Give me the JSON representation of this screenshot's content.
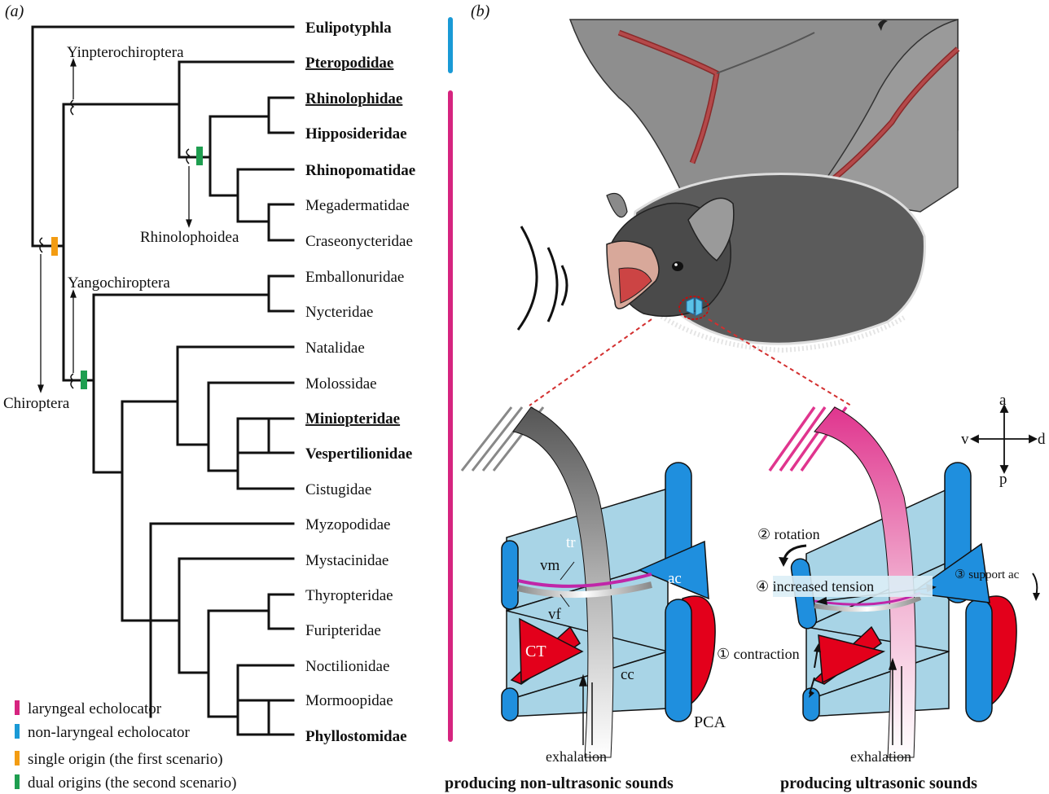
{
  "panel_a": {
    "label": "(a)",
    "taxa": [
      {
        "name": "Eulipotyphla",
        "bold": true,
        "underline": false
      },
      {
        "name": "Pteropodidae",
        "bold": true,
        "underline": true
      },
      {
        "name": "Rhinolophidae",
        "bold": true,
        "underline": true
      },
      {
        "name": "Hipposideridae",
        "bold": true,
        "underline": false
      },
      {
        "name": "Rhinopomatidae",
        "bold": true,
        "underline": false
      },
      {
        "name": "Megadermatidae",
        "bold": false,
        "underline": false
      },
      {
        "name": "Craseonycteridae",
        "bold": false,
        "underline": false
      },
      {
        "name": "Emballonuridae",
        "bold": false,
        "underline": false
      },
      {
        "name": "Nycteridae",
        "bold": false,
        "underline": false
      },
      {
        "name": "Natalidae",
        "bold": false,
        "underline": false
      },
      {
        "name": "Molossidae",
        "bold": false,
        "underline": false
      },
      {
        "name": "Miniopteridae",
        "bold": true,
        "underline": true
      },
      {
        "name": "Vespertilionidae",
        "bold": true,
        "underline": false
      },
      {
        "name": "Cistugidae",
        "bold": false,
        "underline": false
      },
      {
        "name": "Myzopodidae",
        "bold": false,
        "underline": false
      },
      {
        "name": "Mystacinidae",
        "bold": false,
        "underline": false
      },
      {
        "name": "Thyropteridae",
        "bold": false,
        "underline": false
      },
      {
        "name": "Furipteridae",
        "bold": false,
        "underline": false
      },
      {
        "name": "Noctilionidae",
        "bold": false,
        "underline": false
      },
      {
        "name": "Mormoopidae",
        "bold": false,
        "underline": false
      },
      {
        "name": "Phyllostomidae",
        "bold": true,
        "underline": false
      }
    ],
    "nodes": {
      "yinpterochiroptera": "Yinpterochiroptera",
      "rhinolophoidea": "Rhinolophoidea",
      "yangochiroptera": "Yangochiroptera",
      "chiroptera": "Chiroptera"
    },
    "legend": [
      {
        "color": "#d6247f",
        "text": "laryngeal echolocator"
      },
      {
        "color": "#1a9ad6",
        "text": "non-laryngeal echolocator"
      },
      {
        "color": "#f39c12",
        "text": "single origin (the first scenario)"
      },
      {
        "color": "#1e9e50",
        "text": "dual origins (the second scenario)"
      }
    ],
    "colors": {
      "laryngeal": "#d6247f",
      "non_laryngeal": "#1a9ad6",
      "single": "#f39c12",
      "dual": "#1e9e50"
    }
  },
  "panel_b": {
    "label": "(b)",
    "labels": {
      "tr": "tr",
      "vm": "vm",
      "vf": "vf",
      "ac": "ac",
      "ct": "CT",
      "cc": "cc",
      "pca": "PCA",
      "exhalation_left": "exhalation",
      "exhalation_right": "exhalation",
      "rotation": "② rotation",
      "tension": "④ increased tension",
      "support": "③ support ac",
      "contraction": "① contraction"
    },
    "axes": {
      "a": "a",
      "p": "p",
      "v": "v",
      "d": "d"
    },
    "captions": {
      "left": "producing non-ultrasonic sounds",
      "right": "producing ultrasonic sounds"
    },
    "colors": {
      "cartilage": "#a8d4e6",
      "blue": "#1f8fde",
      "muscle": "#e3001b",
      "ultrasonic": "#e0358e",
      "nonultrasonic": "#888888"
    }
  }
}
